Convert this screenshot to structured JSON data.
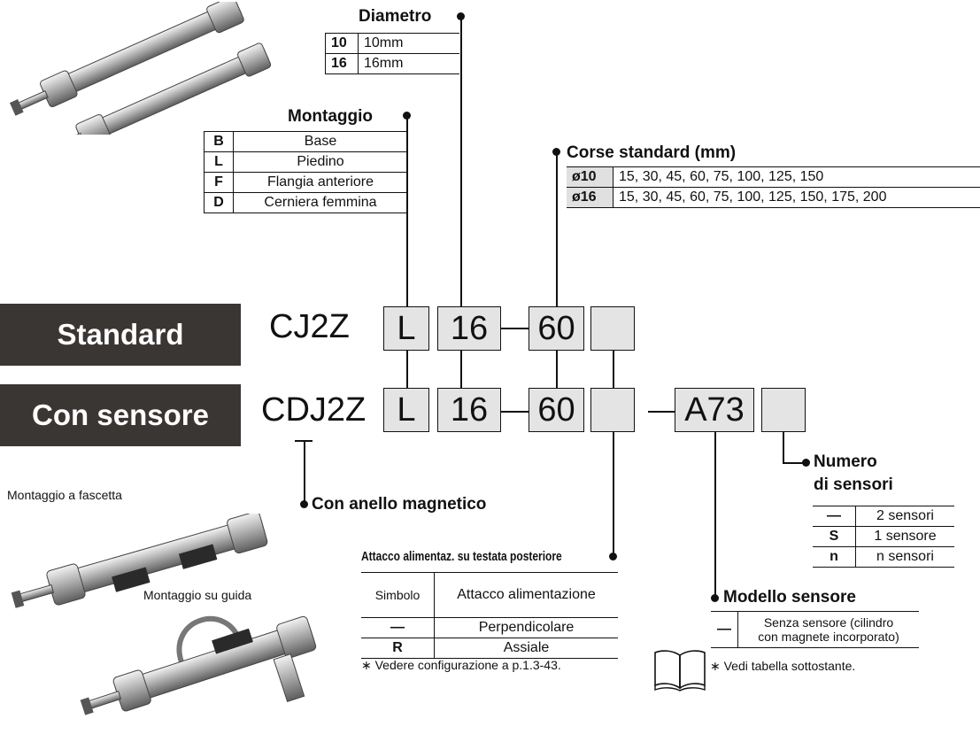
{
  "diametro": {
    "title": "Diametro",
    "rows": [
      {
        "code": "10",
        "value": "10mm"
      },
      {
        "code": "16",
        "value": "16mm"
      }
    ]
  },
  "montaggio": {
    "title": "Montaggio",
    "rows": [
      {
        "code": "B",
        "value": "Base"
      },
      {
        "code": "L",
        "value": "Piedino"
      },
      {
        "code": "F",
        "value": "Flangia anteriore"
      },
      {
        "code": "D",
        "value": "Cerniera femmina"
      }
    ]
  },
  "corse": {
    "title": "Corse standard (mm)",
    "rows": [
      {
        "code": "ø10",
        "value": "15, 30, 45, 60, 75, 100, 125, 150"
      },
      {
        "code": "ø16",
        "value": "15, 30, 45, 60, 75, 100, 125, 150, 175, 200"
      }
    ]
  },
  "standard_label": "Standard",
  "sensore_label": "Con sensore",
  "code_std": {
    "prefix": "CJ2Z",
    "mount": "L",
    "bore": "16",
    "stroke": "60"
  },
  "code_sens": {
    "prefix": "CDJ2Z",
    "mount": "L",
    "bore": "16",
    "stroke": "60",
    "switch": "A73"
  },
  "anello_label": "Con anello magnetico",
  "montaggio_fascetta": "Montaggio a fascetta",
  "montaggio_guida": "Montaggio su guida",
  "attacco": {
    "title": "Attacco alimentaz. su testata posteriore",
    "header_symbol": "Simbolo",
    "header_port": "Attacco alimentazione",
    "rows": [
      {
        "code": "—",
        "value": "Perpendicolare"
      },
      {
        "code": "R",
        "value": "Assiale"
      }
    ],
    "note": "∗ Vedere configurazione a  p.1.3-43."
  },
  "numero": {
    "title_line1": "Numero",
    "title_line2": "di sensori",
    "rows": [
      {
        "code": "—",
        "value": "2 sensori"
      },
      {
        "code": "S",
        "value": "1 sensore"
      },
      {
        "code": "n",
        "value": "n sensori"
      }
    ]
  },
  "modello": {
    "title": "Modello sensore",
    "row_code": "—",
    "row_value_line1": "Senza sensore (cilindro",
    "row_value_line2": "con magnete incorporato)",
    "note": "∗ Vedi tabella sottostante."
  },
  "icons": [
    "book-icon"
  ]
}
